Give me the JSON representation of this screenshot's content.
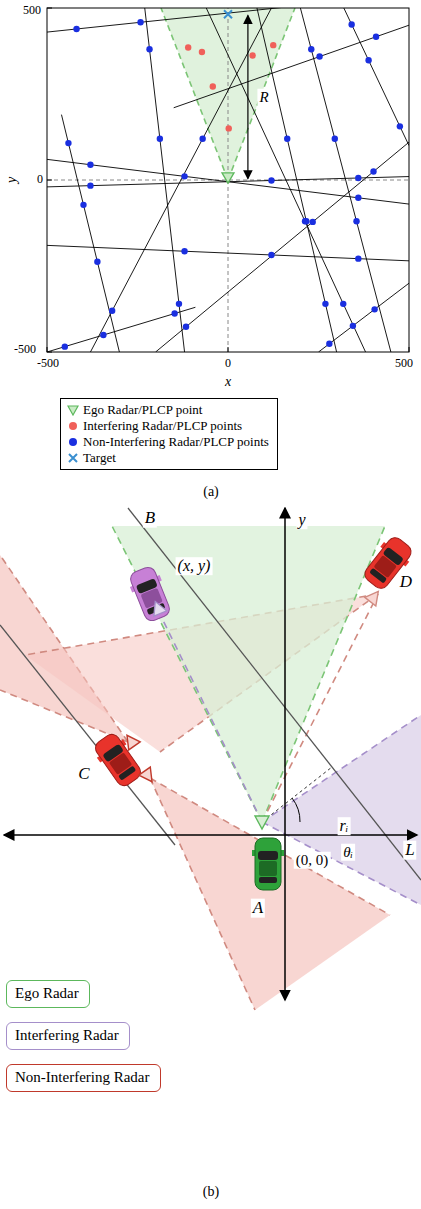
{
  "diagram": {
    "nodes": [
      {
        "text": [
          "Ego Radar"
        ]
      },
      {
        "text": [
          "Interfering Radar"
        ]
      },
      {
        "text": [
          "Non-Interfering Radar"
        ]
      }
    ],
    "labels": [
      "500",
      "0",
      "-500",
      "y",
      "-500",
      "0",
      "500",
      "x",
      "R",
      "(a)",
      "y",
      "B",
      "(x, y)",
      "D",
      "C",
      "A",
      "(0, 0)",
      "rᵢ",
      "θᵢ",
      "L",
      "(b)"
    ],
    "legend": [
      {
        "text": "Ego Radar/PLCP point"
      },
      {
        "text": "Interfering Radar/PLCP points"
      },
      {
        "text": "Non-Interfering Radar/PLCP points"
      },
      {
        "text": "Target"
      }
    ]
  }
}
